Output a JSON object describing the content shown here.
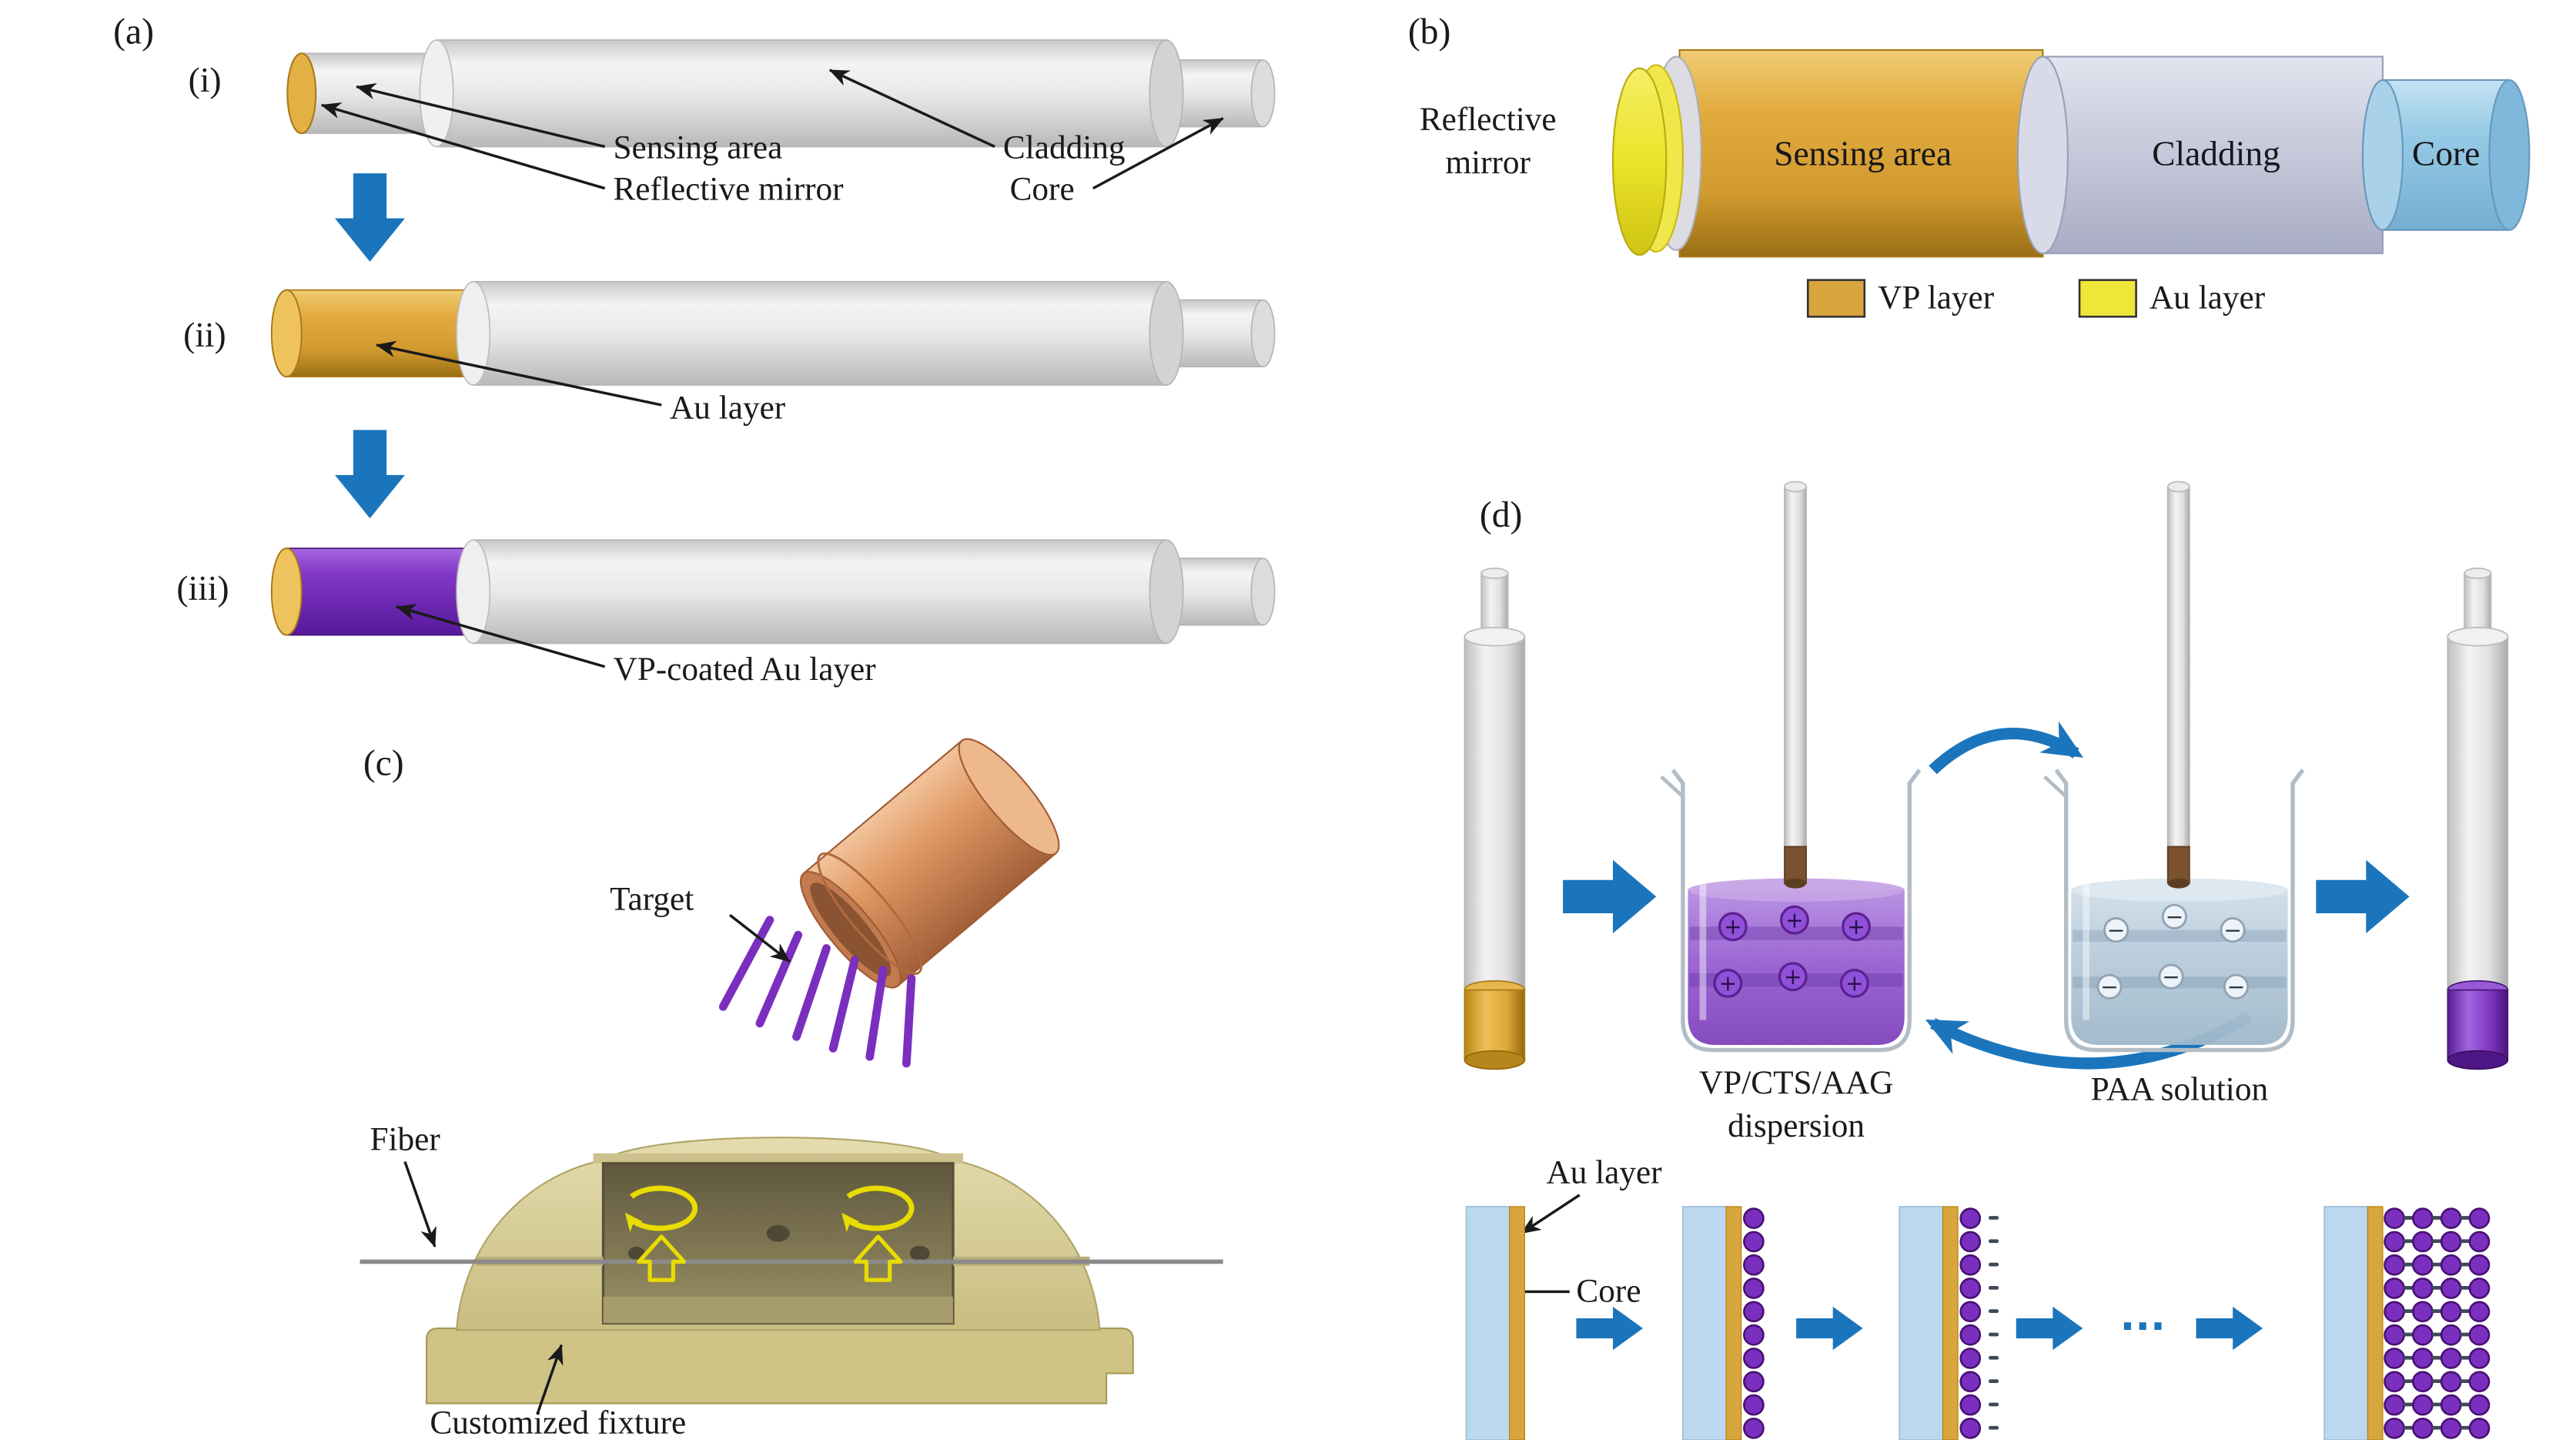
{
  "figure": {
    "panel_a": {
      "tag": "(a)",
      "step_i": "(i)",
      "step_ii": "(ii)",
      "step_iii": "(iii)",
      "sensing_area": "Sensing area",
      "cladding": "Cladding",
      "reflective_mirror": "Reflective mirror",
      "core": "Core",
      "au_layer": "Au layer",
      "vp_coated_au_layer": "VP-coated Au layer"
    },
    "panel_b": {
      "tag": "(b)",
      "reflective": "Reflective",
      "mirror": "mirror",
      "sensing_area": "Sensing area",
      "cladding": "Cladding",
      "core": "Core",
      "legend_vp": "VP layer",
      "legend_au": "Au layer"
    },
    "panel_c": {
      "tag": "(c)",
      "target": "Target",
      "fiber": "Fiber",
      "customized_fixture": "Customized fixture"
    },
    "panel_d": {
      "tag": "(d)",
      "dispersion_l1": "VP/CTS/AAG",
      "dispersion_l2": "dispersion",
      "paa_solution": "PAA solution",
      "au_layer": "Au layer",
      "core": "Core",
      "ellipsis": "···",
      "plus": "+",
      "minus": "−"
    },
    "colors": {
      "accent_blue": "#1b75bc",
      "gold": "#d9a53e",
      "yellow": "#ece32a",
      "purple": "#7b2fbe",
      "cladding_gray": "#c9cbdd",
      "core_blue": "#92c6e2",
      "copper": "#d99468",
      "fixture_tan": "#d5cb92"
    }
  }
}
